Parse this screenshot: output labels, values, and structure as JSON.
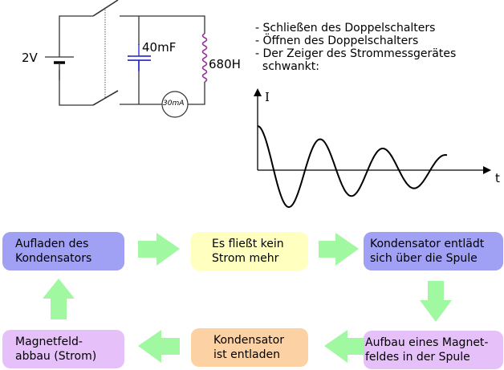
{
  "circuit": {
    "voltage_label": "2V",
    "capacitor_label": "40mF",
    "inductor_label": "680H",
    "ammeter_label": "30mA",
    "colors": {
      "wire": "#333333",
      "capacitor": "#2222cc",
      "inductor": "#993399"
    }
  },
  "description": {
    "lines": [
      "- Schließen des Doppelschalters",
      "- Öffnen des Doppelschalters",
      "- Der Zeiger des Strommessgerätes",
      "  schwankt:"
    ]
  },
  "graph": {
    "y_axis_label": "I",
    "x_axis_label": "t",
    "curve": "damped oscillation"
  },
  "flow": {
    "boxes": [
      {
        "id": "charge",
        "text": "Aufladen des\nKondensators",
        "color": "#a0a0f5"
      },
      {
        "id": "no-current",
        "text": "Es fließt kein\nStrom mehr",
        "color": "#ffffc0"
      },
      {
        "id": "discharge",
        "text": "Kondensator entlädt\nsich über die Spule",
        "color": "#a0a0f5"
      },
      {
        "id": "field-build",
        "text": "Aufbau eines Magnet-\nfeldes in der Spule",
        "color": "#e6c0f8"
      },
      {
        "id": "discharged",
        "text": "Kondensator\nist entladen",
        "color": "#fcd2a4"
      },
      {
        "id": "field-decay",
        "text": "Magnetfeld-\nabbau (Strom)",
        "color": "#e6c0f8"
      }
    ],
    "arrow_color": "#a0f8a0"
  }
}
